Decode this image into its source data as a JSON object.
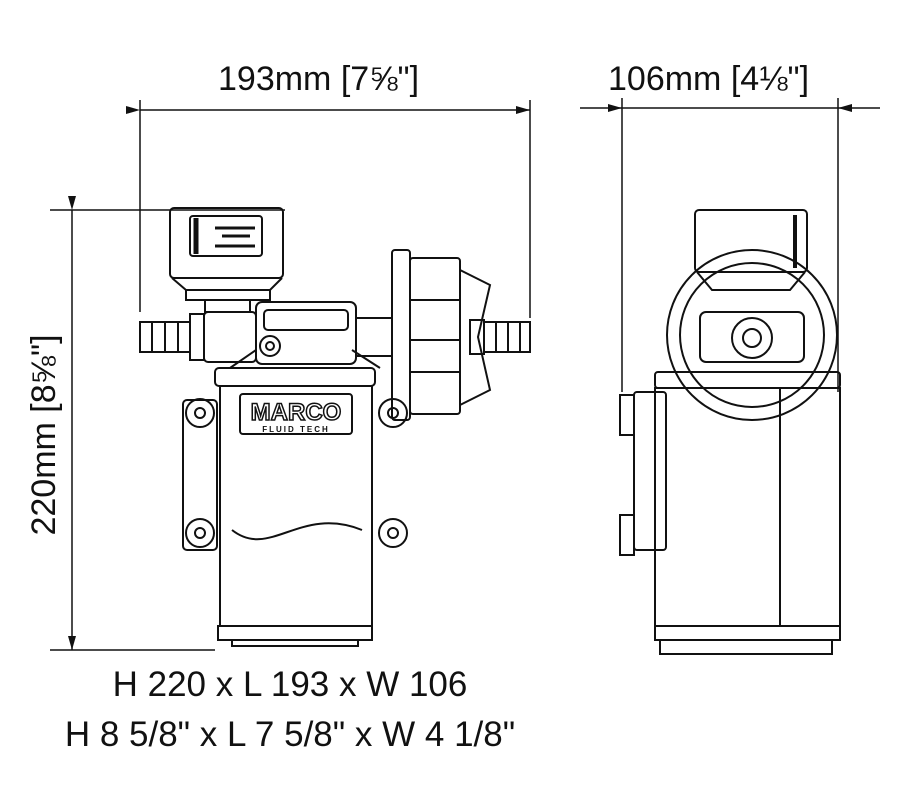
{
  "dimensions": {
    "length": {
      "metric": "193mm",
      "imperial": "7⅝\""
    },
    "width": {
      "metric": "106mm",
      "imperial": "4⅛\""
    },
    "height": {
      "metric": "220mm",
      "imperial": "8⅝\""
    }
  },
  "summary": {
    "metric": "H 220 x L 193 x W 106",
    "imperial": "H 8 5/8\" x L 7 5/8\" x W 4 1/8\""
  },
  "logo": {
    "brand": "MARCO",
    "tagline": "FLUID TECH"
  },
  "colors": {
    "line": "#111111",
    "background": "#ffffff"
  }
}
